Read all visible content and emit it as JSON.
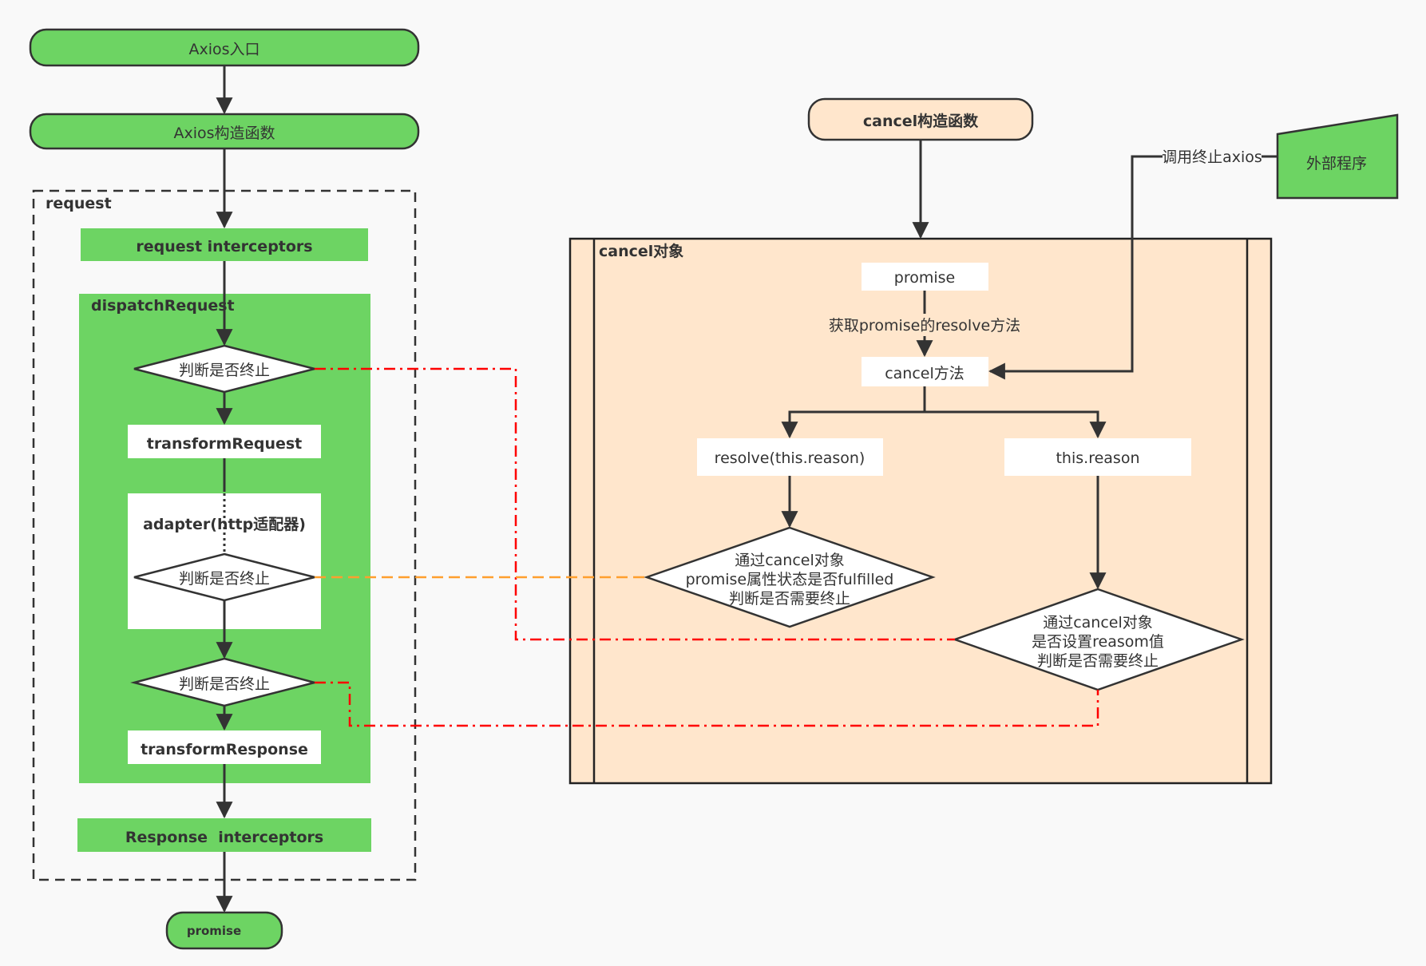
{
  "left_flow": {
    "entry": "Axios入口",
    "constructor": "Axios构造函数",
    "request_group": "request",
    "request_interceptors": "request interceptors",
    "dispatch_group": "dispatchRequest",
    "check_1": "判断是否终止",
    "transform_request": "transformRequest",
    "adapter_group": "adapter(http适配器)",
    "check_2": "判断是否终止",
    "check_3": "判断是否终止",
    "transform_response": "transformResponse",
    "response_interceptors": "Response  interceptors",
    "end": "promise"
  },
  "right_flow": {
    "constructor": "cancel构造函数",
    "external": "外部程序",
    "external_call": "调用终止axios",
    "object_group": "cancel对象",
    "promise": "promise",
    "get_resolve": "获取promise的resolve方法",
    "cancel_method": "cancel方法",
    "resolve_reason": "resolve(this.reason)",
    "this_reason": "this.reason",
    "decision_promise": [
      "通过cancel对象",
      "promise属性状态是否fulfilled",
      "判断是否需要终止"
    ],
    "decision_reason": [
      "通过cancel对象",
      "是否设置reasom值",
      "判断是否需要终止"
    ]
  },
  "colors": {
    "green": "#6dd463",
    "peach": "#ffe6cc",
    "stroke": "#333333",
    "red_dash": "#ff0000",
    "orange_dash": "#ff9f2e"
  }
}
